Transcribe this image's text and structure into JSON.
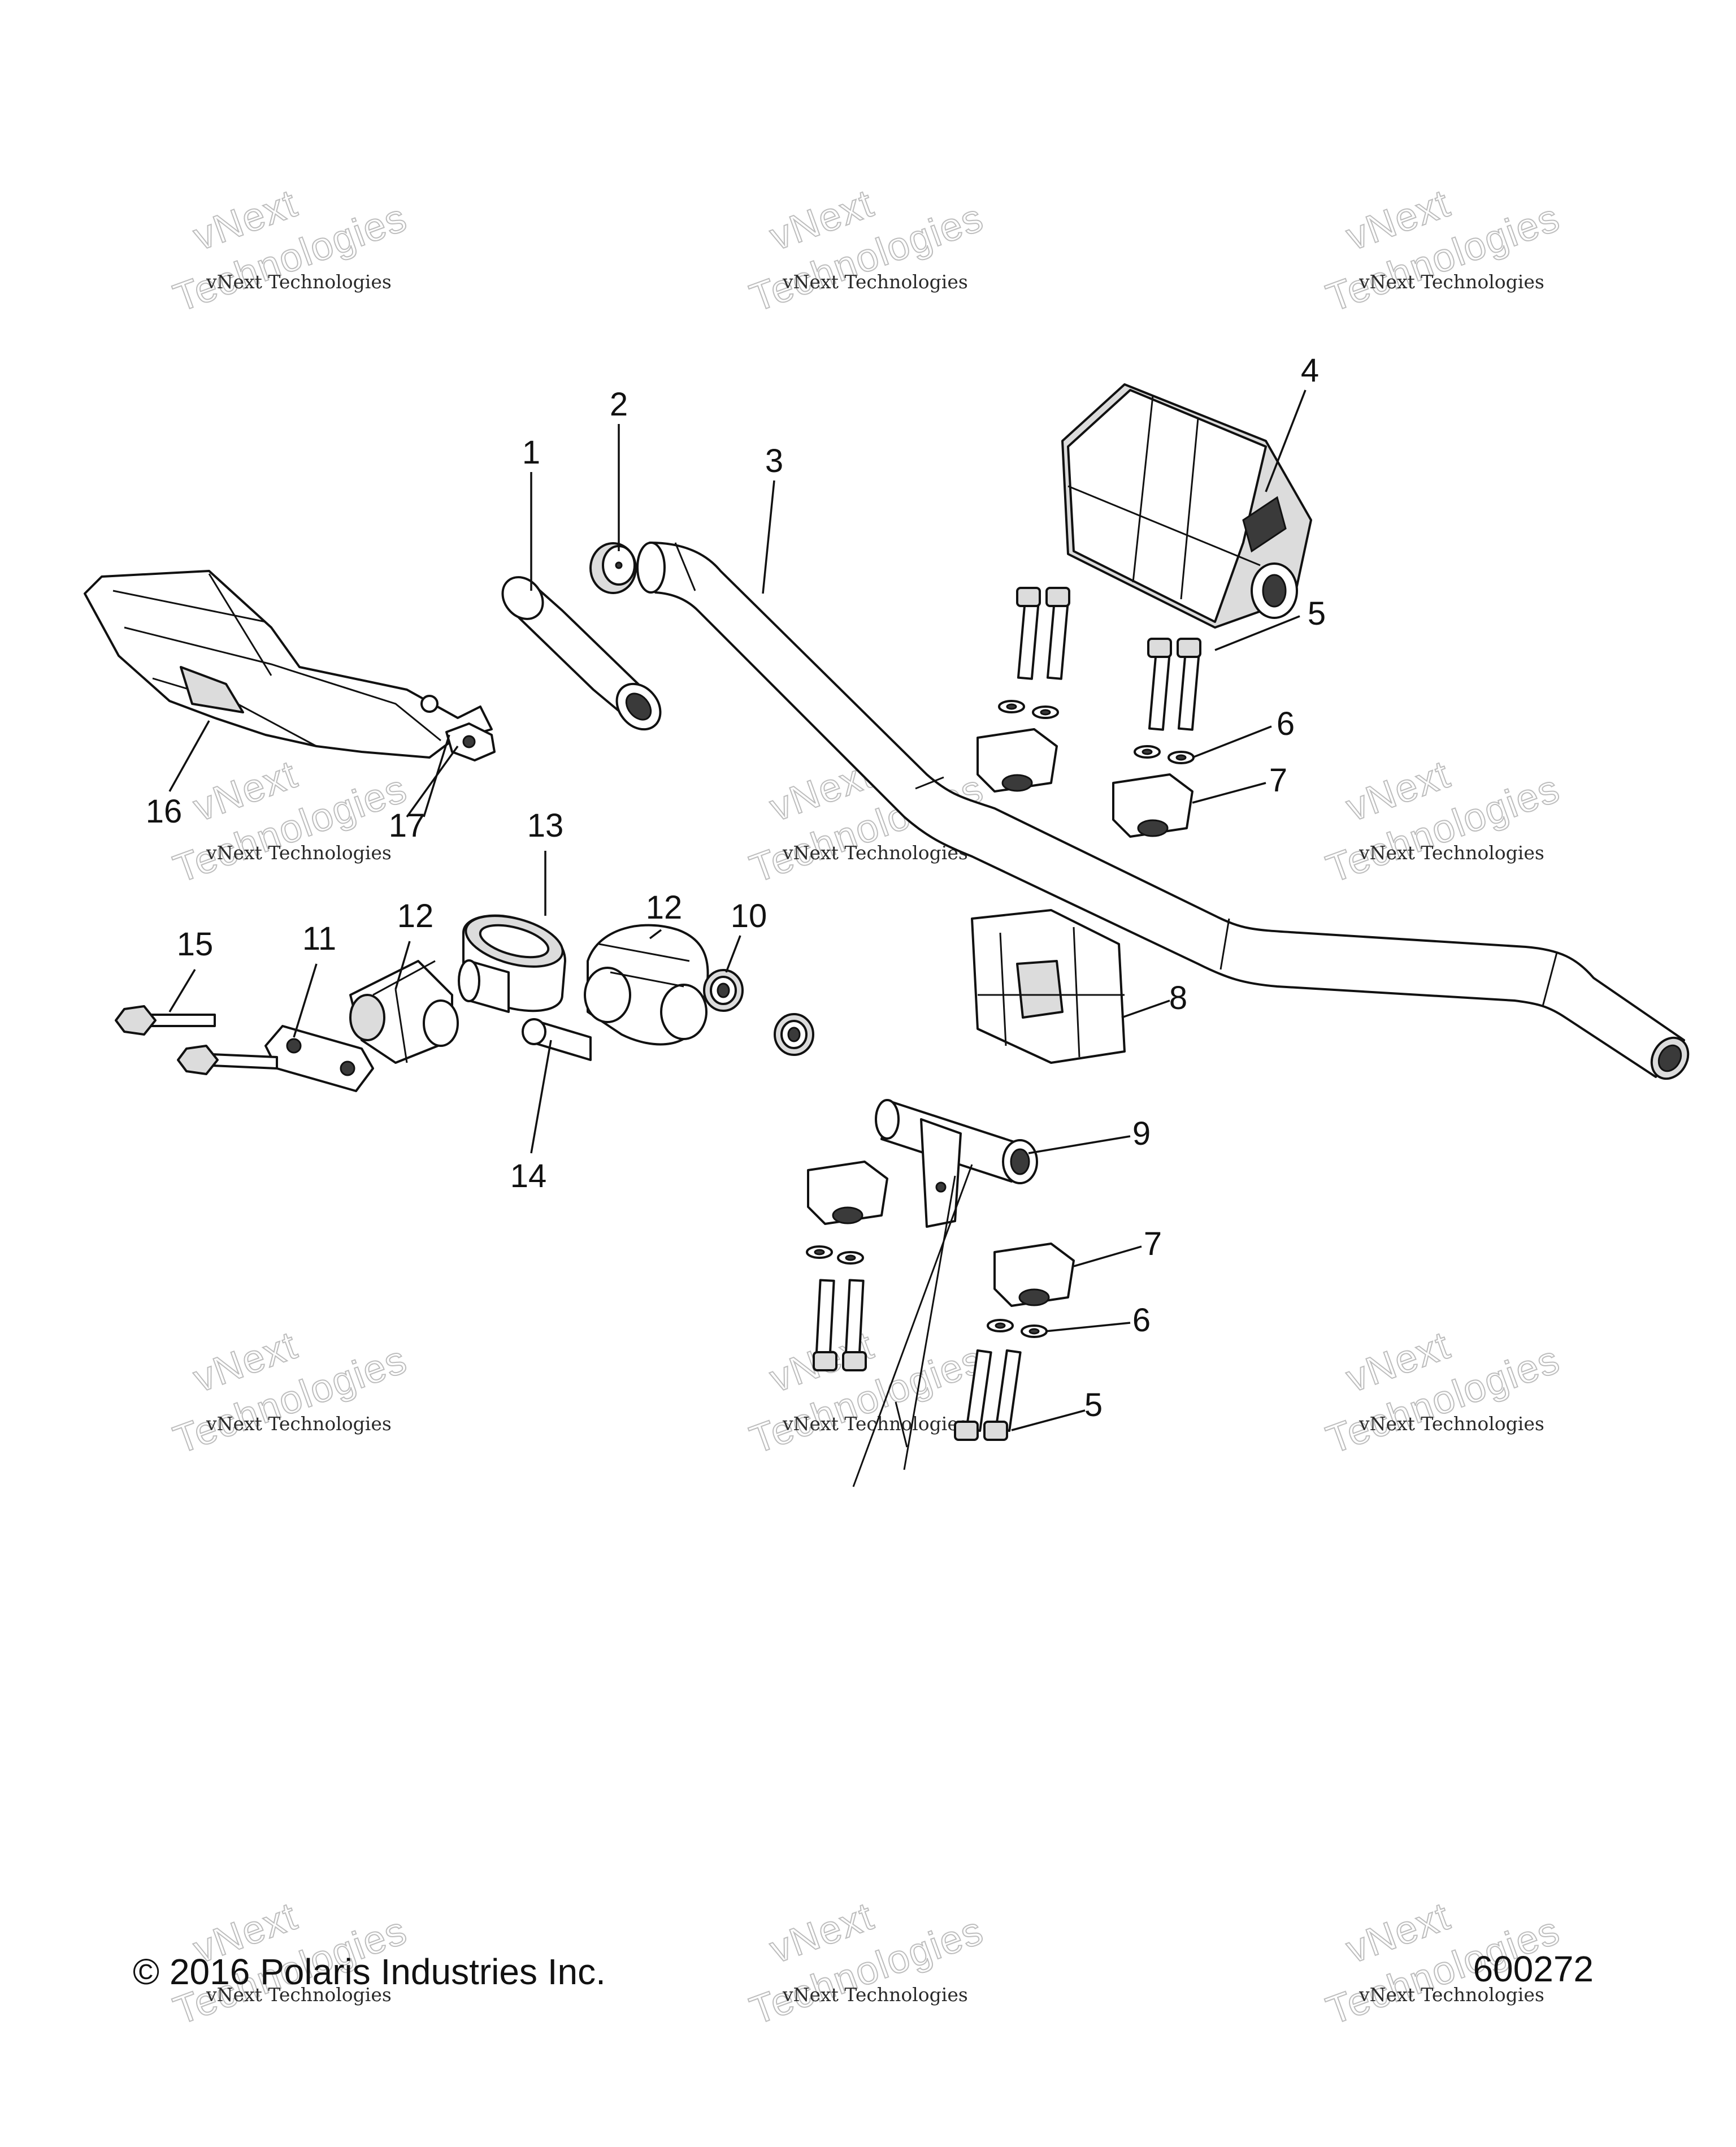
{
  "callouts": [
    {
      "id": "c1",
      "label": "1"
    },
    {
      "id": "c2",
      "label": "2"
    },
    {
      "id": "c3",
      "label": "3"
    },
    {
      "id": "c4",
      "label": "4"
    },
    {
      "id": "c5a",
      "label": "5"
    },
    {
      "id": "c6a",
      "label": "6"
    },
    {
      "id": "c7a",
      "label": "7"
    },
    {
      "id": "c8",
      "label": "8"
    },
    {
      "id": "c9",
      "label": "9"
    },
    {
      "id": "c7b",
      "label": "7"
    },
    {
      "id": "c6b",
      "label": "6"
    },
    {
      "id": "c5b",
      "label": "5"
    },
    {
      "id": "c10",
      "label": "10"
    },
    {
      "id": "c11",
      "label": "11"
    },
    {
      "id": "c12a",
      "label": "12"
    },
    {
      "id": "c12b",
      "label": "12"
    },
    {
      "id": "c13",
      "label": "13"
    },
    {
      "id": "c14",
      "label": "14"
    },
    {
      "id": "c15",
      "label": "15"
    },
    {
      "id": "c16",
      "label": "16"
    },
    {
      "id": "c17",
      "label": "17"
    }
  ],
  "footer": {
    "copyright": "© 2016 Polaris Industries Inc.",
    "diagram_number": "600272"
  },
  "watermark": {
    "line1": "vNext Technologies",
    "line2": "vNext",
    "line3": "Technologies"
  }
}
